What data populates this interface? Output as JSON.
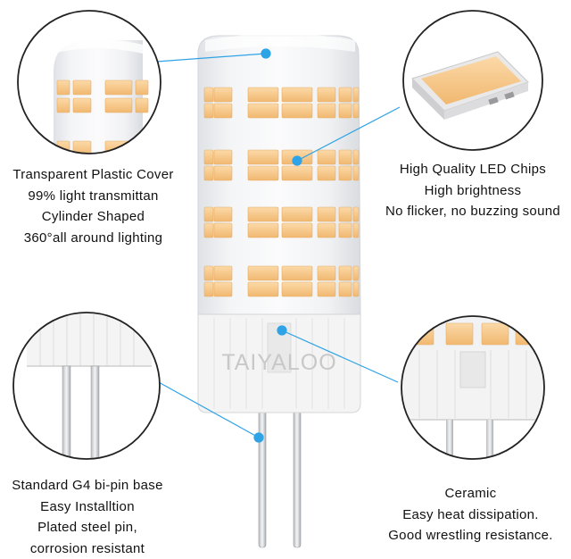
{
  "brand": "TAIYALOO",
  "captions": {
    "cover": [
      "Transparent Plastic Cover",
      "99% light transmittan",
      "Cylinder Shaped",
      "360°all around lighting"
    ],
    "chips": [
      "High Quality LED Chips",
      "High brightness",
      "No flicker, no buzzing sound"
    ],
    "base": [
      "Standard G4 bi-pin base",
      "Easy Installtion",
      "Plated steel pin,",
      "corrosion resistant"
    ],
    "ceramic": [
      "Ceramic",
      "Easy heat dissipation.",
      "Good wrestling resistance."
    ]
  },
  "colors": {
    "callout_line": "#2ea3e6",
    "led_chip": "#f6c48a",
    "cover": "#eef0f2",
    "ceramic": "#f3f3f3"
  }
}
